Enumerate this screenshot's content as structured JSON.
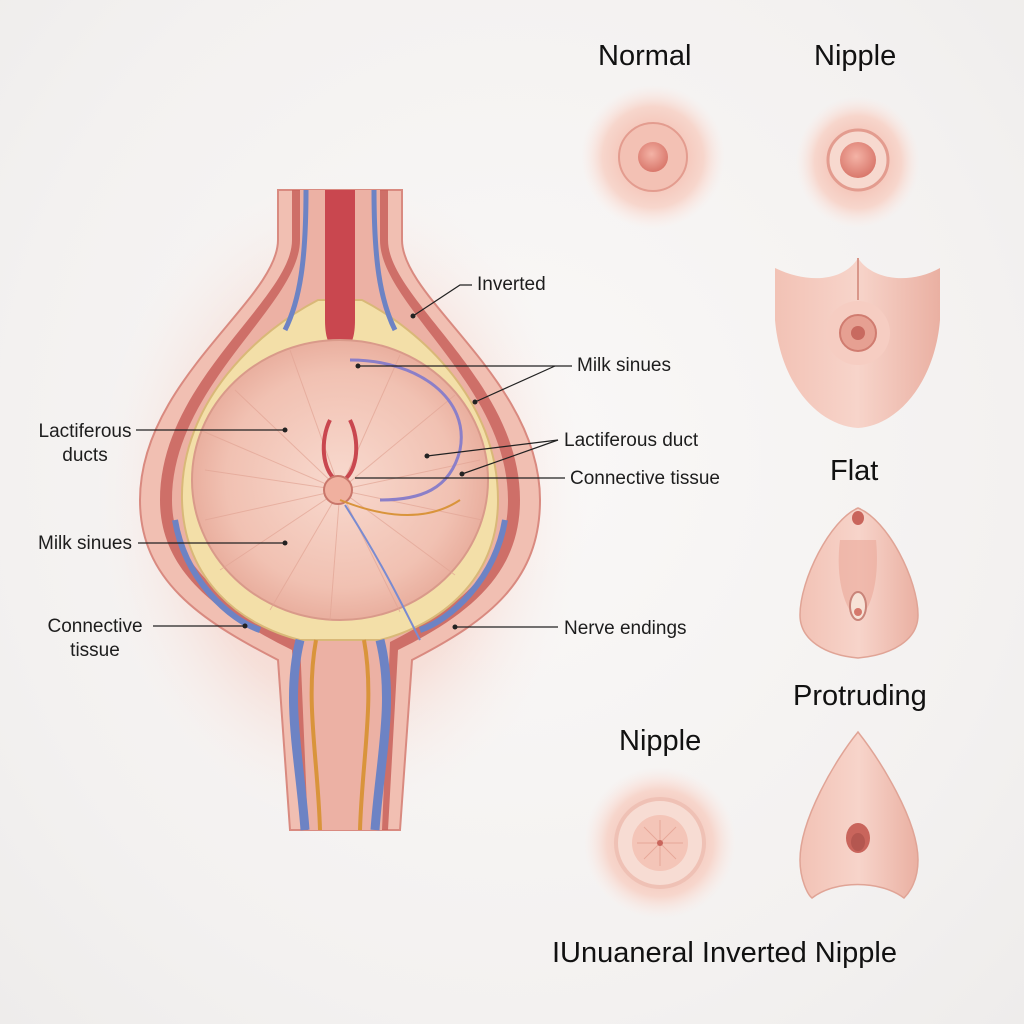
{
  "titles": {
    "normal": "Normal",
    "nipple_top": "Nipple",
    "flat": "Flat",
    "protruding": "Protruding",
    "nipple_bottom": "Nipple"
  },
  "labels": {
    "inverted": "Inverted",
    "milk_sinues_right": "Milk sinues",
    "lactiferous_duct": "Lactiferous duct",
    "connective_tissue_right": "Connective tissue",
    "nerve_endings": "Nerve endings",
    "lactiferous_ducts_l1": "Lactiferous",
    "lactiferous_ducts_l2": "ducts",
    "milk_sinues_left": "Milk sinues",
    "connective_tissue_left_l1": "Connective",
    "connective_tissue_left_l2": "tissue"
  },
  "caption": "IUnuaneral Inverted Nipple",
  "colors": {
    "skin": "#f0b8ac",
    "skin_dark": "#c65a55",
    "fat_layer": "#f3dfa8",
    "vein": "#6d83c4",
    "artery": "#c0404a",
    "nerve": "#d9943b",
    "background": "#f4f2f1"
  }
}
